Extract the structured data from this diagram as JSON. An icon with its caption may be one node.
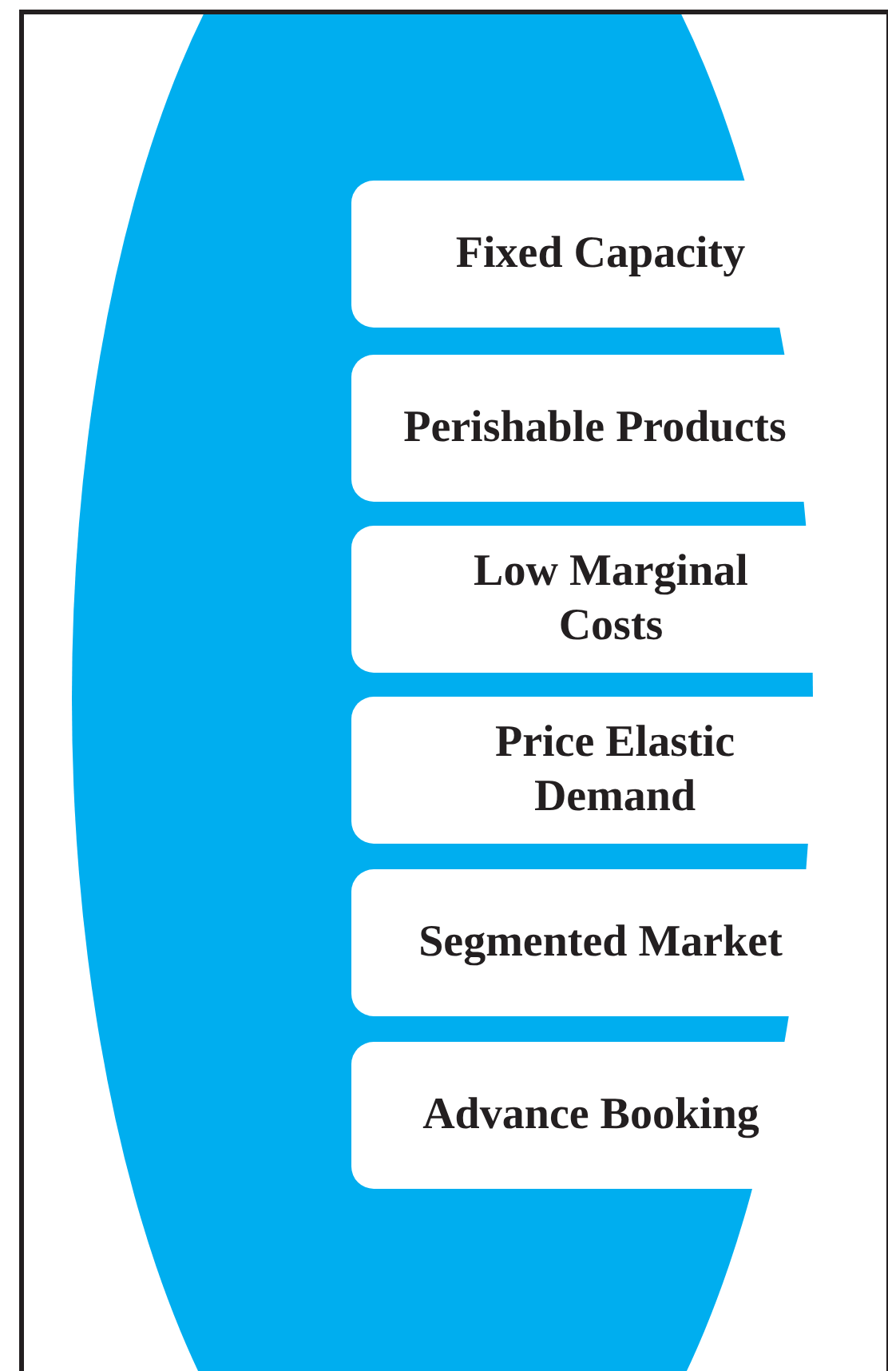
{
  "diagram": {
    "nodes": [
      {
        "text": [
          "Fixed Capacity"
        ]
      },
      {
        "text": [
          "Perishable Products"
        ]
      },
      {
        "text": [
          "Low Marginal Costs"
        ]
      },
      {
        "text": [
          "Price Elastic Demand"
        ]
      },
      {
        "text": [
          "Segmented Market"
        ]
      },
      {
        "text": [
          "Advance Booking"
        ]
      }
    ]
  }
}
